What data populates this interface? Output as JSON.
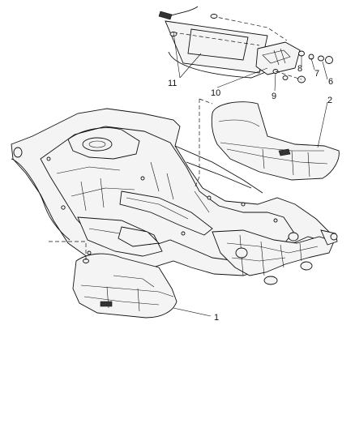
{
  "callouts": {
    "c1": "1",
    "c2": "2",
    "c6": "6",
    "c7": "7",
    "c8": "8",
    "c9": "9",
    "c10": "10",
    "c11": "11"
  }
}
